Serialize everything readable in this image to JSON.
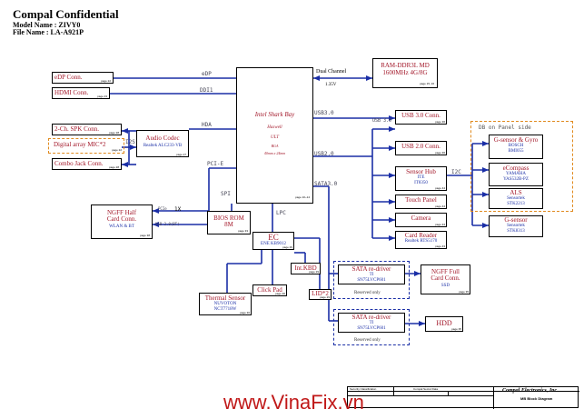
{
  "header": {
    "title": "Compal Confidential",
    "model_label": "Model Name : ZIVY0",
    "file_label": "File Name : LA-A921P"
  },
  "cpu": {
    "line1": "Intel Shark Bay",
    "line2": "Haswell",
    "line3": "ULT",
    "line4": "BGA",
    "line5": "40mm x 24mm",
    "page": "page 10~14"
  },
  "ram": {
    "line1": "RAM-DDR3L MD",
    "line2": "1600MHz 4G/8G",
    "page": "page 15, 16",
    "link_label": "Dual Channel",
    "voltage": "1.35V"
  },
  "left": {
    "edp": {
      "label": "eDP Conn.",
      "page": "page 22",
      "bus": "eDP"
    },
    "hdmi": {
      "label": "HDMI Conn.",
      "page": "page 23",
      "bus": "DDI1"
    },
    "spk": {
      "label": "2-Ch. SPK Conn.",
      "page": "page 28"
    },
    "mic": {
      "label": "Digital array MIC*2",
      "page": "page 22"
    },
    "combo": {
      "label": "Combo Jack Conn.",
      "page": "page 28"
    },
    "codec": {
      "line1": "Audio Codec",
      "line2": "Realtek ALC233-VB",
      "page": "page 27",
      "bus": "HDA",
      "i2s": "I2S"
    },
    "ngff_wlan": {
      "line1": "NGFF Half",
      "line2": "Card Conn.",
      "line3": "WLAN & BT",
      "page": "page 38",
      "pcie_label": "PCIe",
      "x1": "1X",
      "usb_label": "USB 2.0(BT)"
    },
    "bios": {
      "line1": "BIOS ROM",
      "line2": "8M",
      "page": "page 33",
      "bus": "SPI"
    }
  },
  "buses": {
    "pcie": "PCI-E",
    "lpc": "LPC",
    "usb3": "USB3.0",
    "usb2": "USB2.0",
    "sata": "SATA3.0",
    "usb3_right": "USB 3.0",
    "i2c": "I2C"
  },
  "ec": {
    "line1": "EC",
    "line2": "ENE KB9012",
    "page": "page 29"
  },
  "ec_side": {
    "kbd": "Int.KBD",
    "kbd_page": "page 29",
    "lid": "LID*2",
    "lid_page": "page 29",
    "clickpad": "Click Pad",
    "clickpad_page": "page 30",
    "thermal1": "Thermal Sensor",
    "thermal2": "NUVOTON",
    "thermal3": "NCT7718W",
    "thermal_page": "page 30"
  },
  "right": {
    "usb3": {
      "label": "USB 3.0 Conn.",
      "page": "page 36"
    },
    "usb2": {
      "label": "USB 2.0 Conn.",
      "page": "page 36"
    },
    "sensorhub": {
      "line1": "Sensor Hub",
      "line2": "ITE",
      "line3": "IT8350",
      "page": "page 44"
    },
    "touch": {
      "label": "Touch Panel",
      "page": "page 44"
    },
    "camera": {
      "label": "Camera",
      "page": "page 34"
    },
    "card": {
      "line1": "Card Reader",
      "line2": "Realtek RTS5170",
      "page": "page 43"
    }
  },
  "panel": {
    "title": "DB on Panel side",
    "gsensor": {
      "line1": "G-sensor & Gyro",
      "line2": "BOSCH",
      "line3": "BMI055"
    },
    "ecompass": {
      "line1": "eCompass",
      "line2": "YAMAHA",
      "line3": "YAS532B-PZ"
    },
    "als": {
      "line1": "ALS",
      "line2": "Sensortek",
      "line3": "STK2213"
    },
    "gsensor2": {
      "line1": "G-sensor",
      "line2": "Sensortek",
      "line3": "STK8313"
    }
  },
  "sata": {
    "redriver1": {
      "line1": "SATA re-driver",
      "line2": "TI",
      "line3": "SN75LVCP601",
      "reserved": "Reserved only",
      "page": "page 35"
    },
    "redriver2": {
      "line1": "SATA re-driver",
      "line2": "TI",
      "line3": "SN75LVCP601",
      "reserved": "Reserved only",
      "page": "page 35"
    },
    "ngff_full": {
      "line1": "NGFF Full",
      "line2": "Card Conn.",
      "line3": "SSD",
      "page": "page 35"
    },
    "hdd": {
      "label": "HDD",
      "page": "page 35"
    }
  },
  "title_block": {
    "company": "Compal Electronics, Inc.",
    "sheet_title": "MB Block Diagram",
    "security": "Security Classification",
    "secret": "Compal Secret Data"
  },
  "watermark": "www.VinaFix.vn",
  "colors": {
    "bus": "#1a2ea6",
    "label_red": "#a3182a",
    "panel_dash": "#e08a1e"
  }
}
